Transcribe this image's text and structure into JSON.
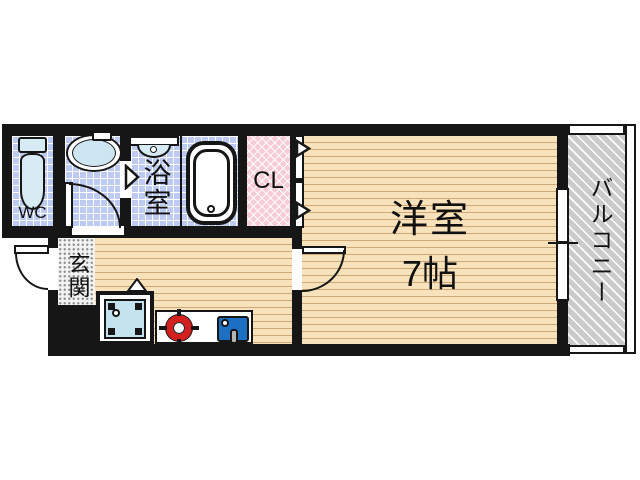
{
  "rooms": {
    "wc": {
      "label": "WC"
    },
    "bathroom": {
      "label": "浴室"
    },
    "closet": {
      "label": "CL"
    },
    "western_room": {
      "label": "洋室",
      "size": "7帖"
    },
    "balcony": {
      "label": "バルコニー"
    },
    "entrance": {
      "label": "玄関"
    }
  },
  "colors": {
    "wall": "#161616",
    "tile": "#bdcbf2",
    "tile_line": "#ffffff",
    "wood": "#f8e2bb",
    "wood_line": "#cfa878",
    "closet_pink": "#f8ccd6",
    "balcony_gray": "#cbcbcb",
    "stipple": "#f2f2f2",
    "stipple_dot": "#8f8f8f",
    "fixture_blue": "#d7ebf4",
    "basin_blue": "#cde6f2",
    "washer_blue": "#c3e3ee",
    "sink_blue": "#1d6fc2",
    "burner_red": "#d41f1f",
    "faucet_gray": "#b5b5b5"
  }
}
